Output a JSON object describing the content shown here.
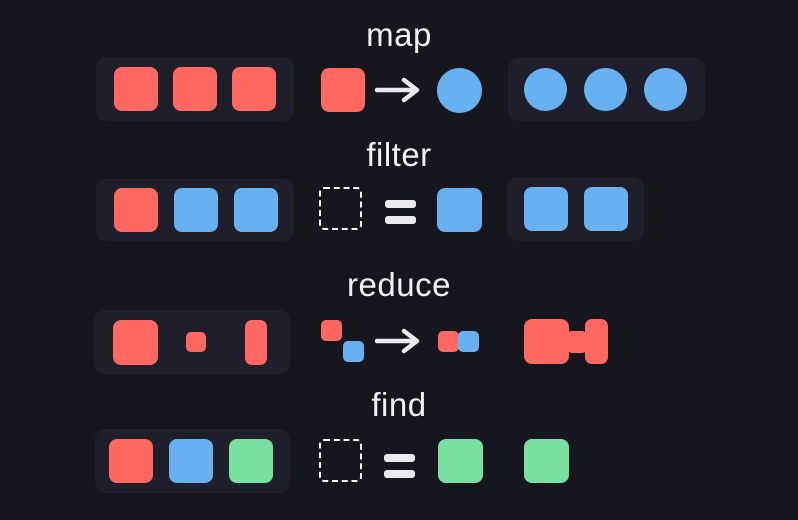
{
  "diagram": {
    "rows": [
      {
        "label": "map",
        "input_array": [
          "red-square",
          "red-square",
          "red-square"
        ],
        "rule": "red-square -> blue-circle",
        "output_array": [
          "blue-circle",
          "blue-circle",
          "blue-circle"
        ]
      },
      {
        "label": "filter",
        "input_array": [
          "red-square",
          "blue-square",
          "blue-square"
        ],
        "rule": "placeholder = blue-square",
        "output_array": [
          "blue-square",
          "blue-square"
        ]
      },
      {
        "label": "reduce",
        "input_array": [
          "large-red-square",
          "small-red-square",
          "tall-red-rect"
        ],
        "rule": "red-square + blue-square -> merged-pair",
        "output_array": [
          "merged-red-shape"
        ]
      },
      {
        "label": "find",
        "input_array": [
          "red-square",
          "blue-square",
          "green-square"
        ],
        "rule": "placeholder = green-square",
        "output_array": [
          "green-square"
        ]
      }
    ]
  },
  "colors": {
    "background": "#16161f",
    "panel": "#1f1f2c",
    "red": "#ff6761",
    "blue": "#68b1f0",
    "green": "#79e0a2",
    "foreground": "#f2f2f4"
  }
}
